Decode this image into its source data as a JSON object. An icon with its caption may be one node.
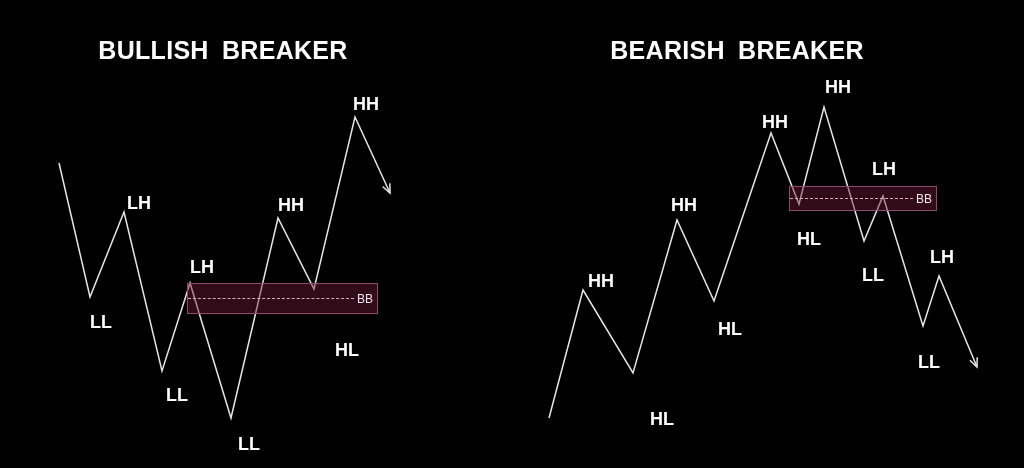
{
  "diagram": {
    "nodes": [
      {
        "text": [
          "BB"
        ]
      },
      {
        "text": [
          "BB"
        ]
      }
    ],
    "labels": [
      "BULLISH BREAKER",
      "LL",
      "LH",
      "LL",
      "LH",
      "LL",
      "HH",
      "HL",
      "HH",
      "BEARISH BREAKER",
      "HH",
      "HL",
      "HH",
      "HL",
      "HH",
      "HL",
      "HH",
      "LL",
      "LH",
      "LL",
      "LH"
    ]
  }
}
